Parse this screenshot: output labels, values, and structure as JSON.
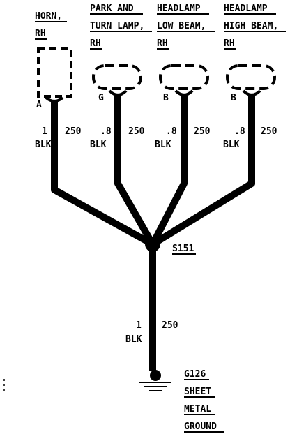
{
  "components": [
    {
      "id": "horn",
      "label_lines": [
        "HORN,",
        "RH"
      ],
      "pin": "A",
      "wire_gauge": "1",
      "wire_color": "BLK",
      "circuit": "250"
    },
    {
      "id": "park",
      "label_lines": [
        "PARK AND",
        "TURN LAMP,",
        "RH"
      ],
      "pin": "G",
      "wire_gauge": ".8",
      "wire_color": "BLK",
      "circuit": "250"
    },
    {
      "id": "lowbeam",
      "label_lines": [
        "HEADLAMP",
        "LOW BEAM,",
        "RH"
      ],
      "pin": "B",
      "wire_gauge": ".8",
      "wire_color": "BLK",
      "circuit": "250"
    },
    {
      "id": "highbeam",
      "label_lines": [
        "HEADLAMP",
        "HIGH BEAM,",
        "RH"
      ],
      "pin": "B",
      "wire_gauge": ".8",
      "wire_color": "BLK",
      "circuit": "250"
    }
  ],
  "splice": {
    "label": "S151"
  },
  "main_wire": {
    "gauge": "1",
    "color": "BLK",
    "circuit": "250"
  },
  "ground": {
    "label_lines": [
      "G126",
      "SHEET",
      "METAL",
      "GROUND"
    ]
  },
  "colors": {
    "ink": "#000000",
    "background": "#ffffff"
  }
}
